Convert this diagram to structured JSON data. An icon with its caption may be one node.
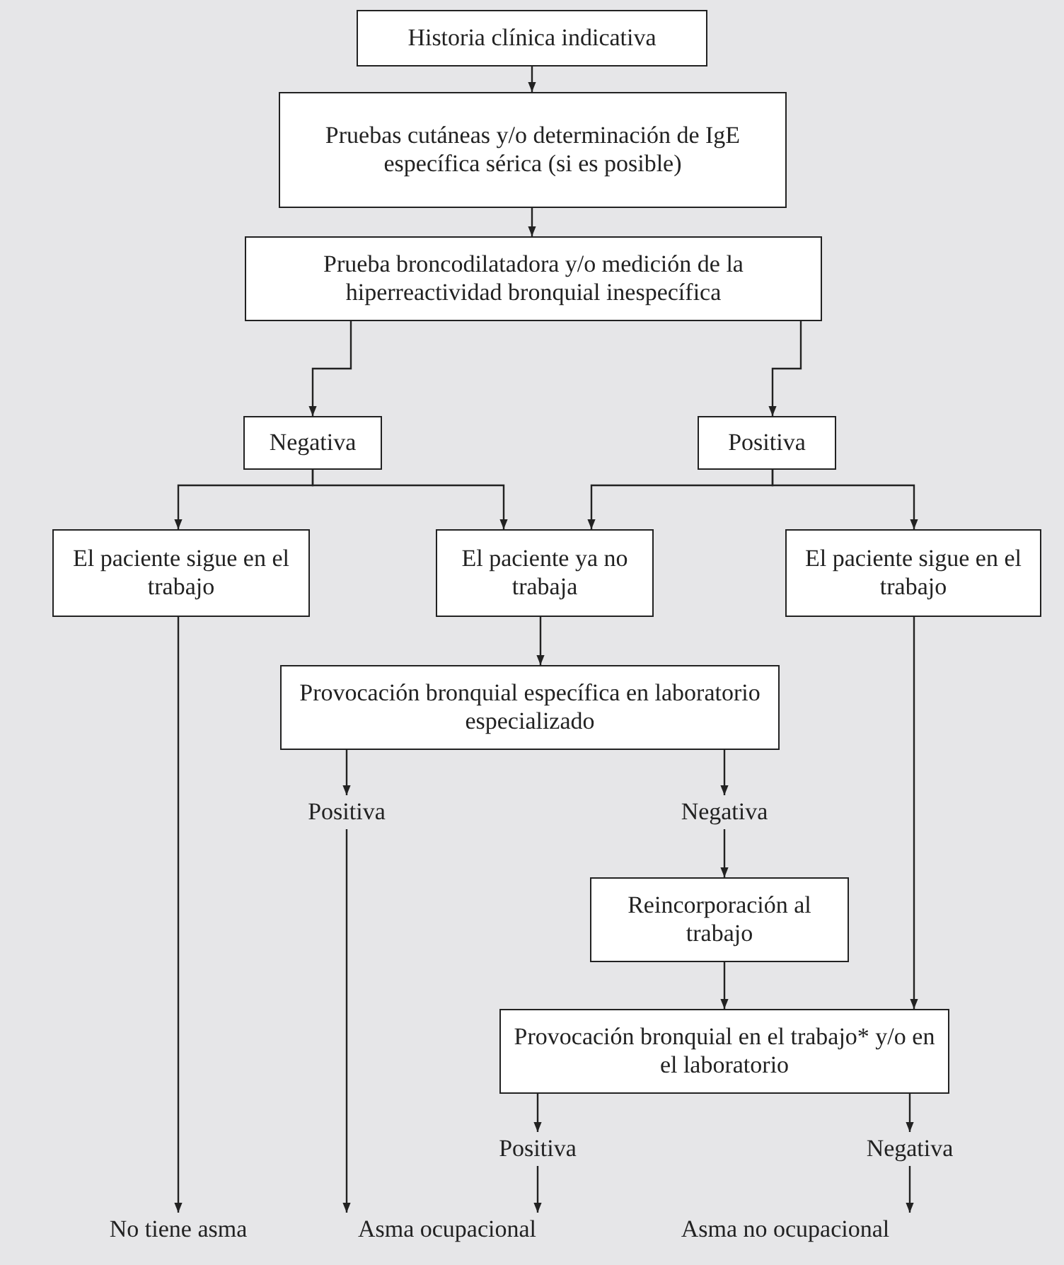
{
  "diagram": {
    "nodes": [
      {
        "text": [
          "Historia clínica indicativa"
        ]
      },
      {
        "text": [
          "Pruebas cutáneas y/o determinación de IgE específica sérica (si es posible)"
        ]
      },
      {
        "text": [
          "Prueba broncodilatadora y/o medición de la hiperreactividad bronquial inespecífica"
        ]
      },
      {
        "text": [
          "Negativa"
        ]
      },
      {
        "text": [
          "Positiva"
        ]
      },
      {
        "text": [
          "El paciente sigue en el trabajo"
        ]
      },
      {
        "text": [
          "El paciente ya no trabaja"
        ]
      },
      {
        "text": [
          "El paciente sigue en el trabajo"
        ]
      },
      {
        "text": [
          "Provocación bronquial específica en laboratorio especializado"
        ]
      },
      {
        "text": [
          "Positiva"
        ]
      },
      {
        "text": [
          "Negativa"
        ]
      },
      {
        "text": [
          "Reincorporación al trabajo"
        ]
      },
      {
        "text": [
          "Provocación bronquial en el trabajo* y/o en el laboratorio"
        ]
      },
      {
        "text": [
          "Positiva"
        ]
      },
      {
        "text": [
          "Negativa"
        ]
      },
      {
        "text": [
          "No tiene asma"
        ]
      },
      {
        "text": [
          "Asma ocupacional"
        ]
      },
      {
        "text": [
          "Asma no ocupacional"
        ]
      }
    ],
    "edges": [
      {
        "from": 0,
        "to": 1,
        "arrow": "to"
      },
      {
        "from": 1,
        "to": 2,
        "arrow": "to"
      },
      {
        "from": 2,
        "to": 3,
        "arrow": "to"
      },
      {
        "from": 2,
        "to": 4,
        "arrow": "to"
      },
      {
        "from": 3,
        "to": 5,
        "arrow": "to"
      },
      {
        "from": 3,
        "to": 6,
        "arrow": "to"
      },
      {
        "from": 4,
        "to": 6,
        "arrow": "to"
      },
      {
        "from": 4,
        "to": 7,
        "arrow": "to"
      },
      {
        "from": 5,
        "to": 15,
        "arrow": "to"
      },
      {
        "from": 6,
        "to": 8,
        "arrow": "to"
      },
      {
        "from": 7,
        "to": 12,
        "arrow": "to"
      },
      {
        "from": 8,
        "to": 9,
        "arrow": "to"
      },
      {
        "from": 8,
        "to": 10,
        "arrow": "to"
      },
      {
        "from": 9,
        "to": 16,
        "arrow": "to"
      },
      {
        "from": 10,
        "to": 11,
        "arrow": "to"
      },
      {
        "from": 11,
        "to": 12,
        "arrow": "to"
      },
      {
        "from": 12,
        "to": 13,
        "arrow": "to"
      },
      {
        "from": 12,
        "to": 14,
        "arrow": "to"
      },
      {
        "from": 13,
        "to": 16,
        "arrow": "to"
      },
      {
        "from": 14,
        "to": 17,
        "arrow": "to"
      }
    ]
  }
}
